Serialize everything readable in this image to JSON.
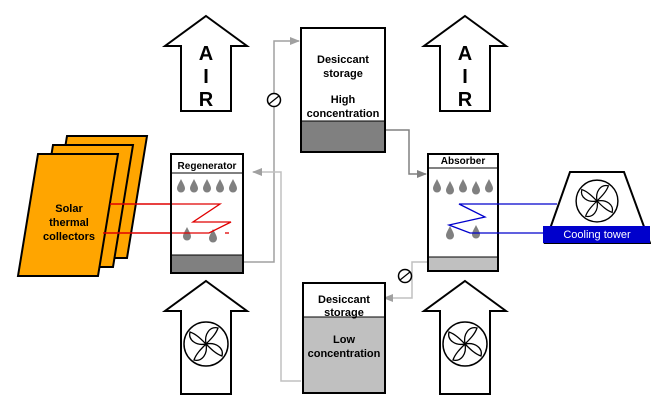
{
  "title": "",
  "colors": {
    "solar": "#ffa500",
    "coolingTowerBand": "#0000cc",
    "hotLine": "#e00000",
    "coldLine": "#0000cc",
    "grayLiquid": "#808080",
    "lightLiquid": "#c0c0c0",
    "pipeGray": "#a0a0a0"
  },
  "solar": {
    "line1": "Solar",
    "line2": "thermal",
    "line3": "collectors"
  },
  "regenerator": {
    "label": "Regenerator"
  },
  "absorber": {
    "label": "Absorber"
  },
  "storageHigh": {
    "line1": "Desiccant",
    "line2": "storage",
    "line3": "High",
    "line4": "concentration"
  },
  "storageLow": {
    "line1": "Desiccant",
    "line2": "storage",
    "line3": "Low",
    "line4": "concentration"
  },
  "airLeft": {
    "l1": "A",
    "l2": "I",
    "l3": "R"
  },
  "airRight": {
    "l1": "A",
    "l2": "I",
    "l3": "R"
  },
  "coolingTower": {
    "label": "Cooling tower"
  },
  "icons": [
    "fan-icon",
    "pump-icon",
    "droplet-icon",
    "arrow-icon"
  ]
}
